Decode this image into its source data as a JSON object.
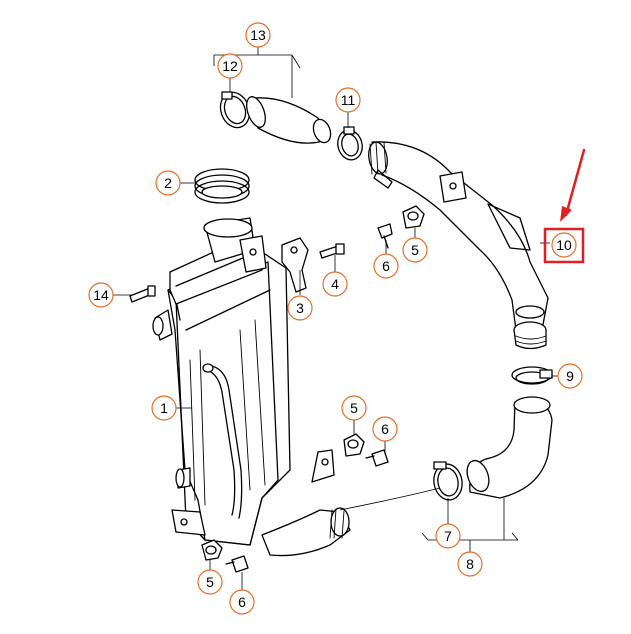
{
  "callouts": {
    "c1": "1",
    "c2": "2",
    "c3": "3",
    "c4": "4",
    "c5a": "5",
    "c5b": "5",
    "c5c": "5",
    "c6a": "6",
    "c6b": "6",
    "c6c": "6",
    "c7": "7",
    "c8": "8",
    "c9": "9",
    "c10": "10",
    "c11": "11",
    "c12": "12",
    "c13": "13",
    "c14": "14"
  },
  "colors": {
    "callout_circle": "#e07030",
    "highlight_box": "#e02020",
    "arrow": "#e02020",
    "line": "#000000"
  }
}
